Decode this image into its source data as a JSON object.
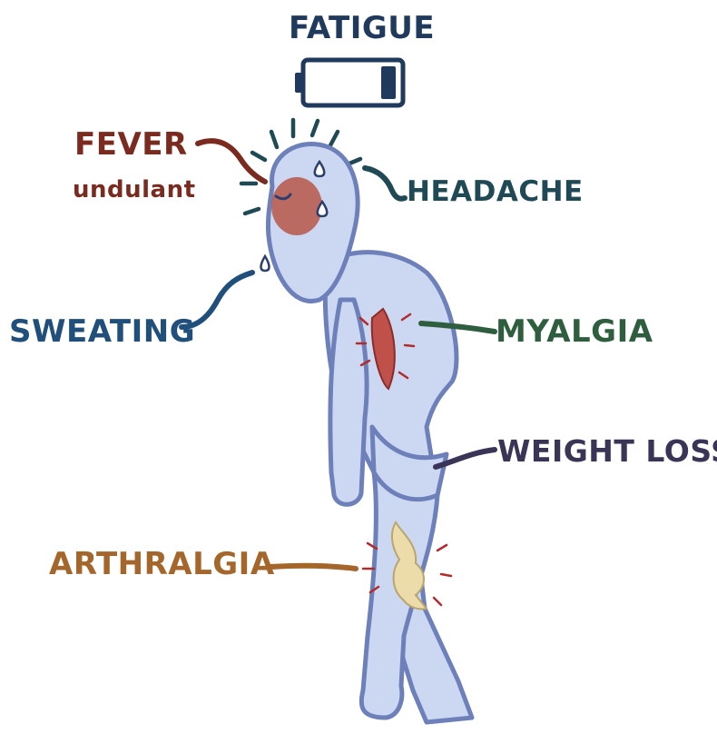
{
  "labels": {
    "fatigue": "FATIGUE",
    "fever": "FEVER",
    "fever_sub": "undulant",
    "headache": "HEADACHE",
    "sweating": "SWEATING",
    "myalgia": "MYALGIA",
    "weight_loss": "WEIGHT LOSS",
    "arthralgia": "ARTHRALGIA"
  },
  "colors": {
    "fatigue": "#1f3a5c",
    "fever": "#7a2a1e",
    "headache": "#1f4a55",
    "sweating": "#1f4f7a",
    "myalgia": "#2f5e3f",
    "weight_loss": "#3a3457",
    "arthralgia": "#a4662a",
    "body_fill": "#ccd8f2",
    "body_outline": "#6d80b9",
    "fever_blush": "#b75749",
    "muscle": "#c0504a",
    "bone": "#ecdcaa",
    "pain_marks": "#b32c2c",
    "battery": "#1f3a5c"
  },
  "icons": [
    "battery-low-icon",
    "sweat-drop-icon",
    "muscle-icon",
    "knee-joint-icon"
  ]
}
